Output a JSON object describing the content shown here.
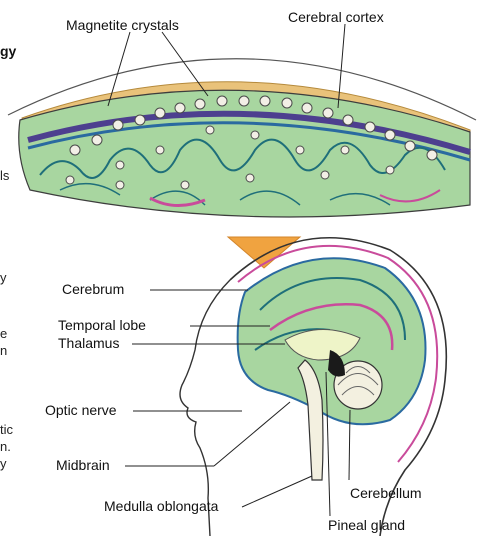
{
  "figure": {
    "magnetite_label": "Magnetite crystals",
    "cortex_label": "Cerebral cortex",
    "structures": [
      "Cerebrum",
      "Temporal lobe",
      "Thalamus",
      "Optic nerve",
      "Midbrain",
      "Medulla oblongata",
      "Cerebellum",
      "Pineal gland"
    ]
  },
  "left_margin_fragments": [
    "gy",
    "ls",
    "y",
    "e",
    "n",
    "tic",
    "n.",
    "y"
  ],
  "colors": {
    "tissue_green": "#a8d6a0",
    "vessel_teal": "#1f6f7a",
    "crystal_fill": "#f2efe6",
    "arrow_orange": "#f0a340",
    "cortex_tan": "#e9c27a",
    "line": "#222222"
  }
}
